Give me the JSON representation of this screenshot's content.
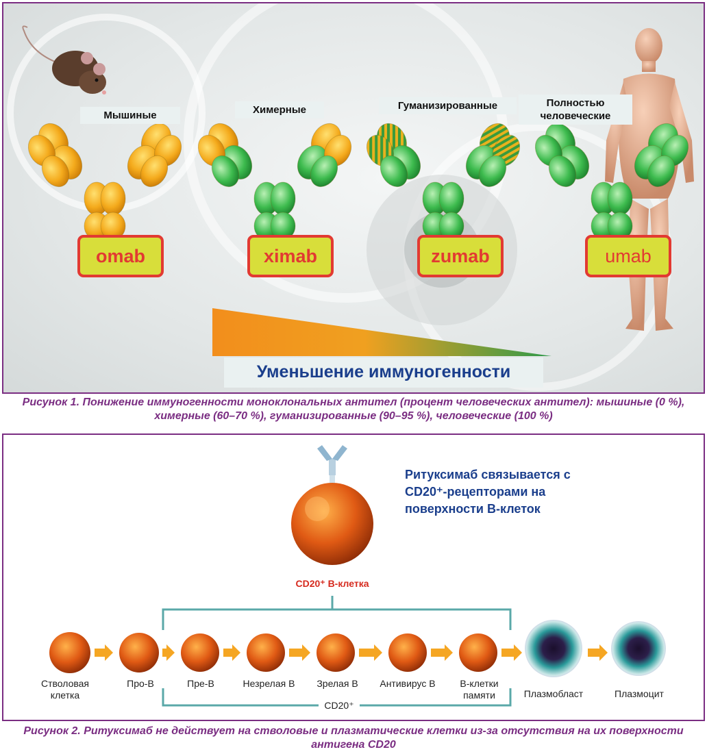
{
  "figure1": {
    "types": [
      {
        "label": "Мышиные",
        "suffix": "omab"
      },
      {
        "label": "Химерные",
        "suffix": "ximab"
      },
      {
        "label": "Гуманизированные",
        "suffix": "zumab"
      },
      {
        "label": "Полностью человеческие",
        "suffix": "umab"
      }
    ],
    "gradient_label": "Уменьшение иммуногенности",
    "caption": "Рисунок 1. Понижение иммуногенности моноклональных антител (процент человеческих антител): мышиные (0 %), химерные (60–70 %), гуманизированные (90–95 %), человеческие (100 %)",
    "colors": {
      "mouse": "#f0a81c",
      "human": "#3dbb4e",
      "suffix_bg": "#d8de3a",
      "suffix_border": "#e23a32"
    }
  },
  "figure2": {
    "binding_text": "Ритуксимаб связывается с CD20⁺-рецепторами на поверхности В-клеток",
    "cd20_cell_label": "CD20⁺ В-клетка",
    "bracket_label": "CD20⁺",
    "stages": [
      "Стволовая клетка",
      "Про-В",
      "Пре-В",
      "Незрелая В",
      "Зрелая В",
      "Антивирус В",
      "В-клетки памяти",
      "Плазмобласт",
      "Плазмоцит"
    ],
    "caption": "Рисунок 2. Ритуксимаб не действует на стволовые и плазматические клетки из-за отсутствия на их поверхности антигена CD20",
    "colors": {
      "text_blue": "#1a3e8c",
      "label_red": "#d62a1e",
      "bracket": "#5aa8a8",
      "arrow": "#f5a623"
    }
  }
}
